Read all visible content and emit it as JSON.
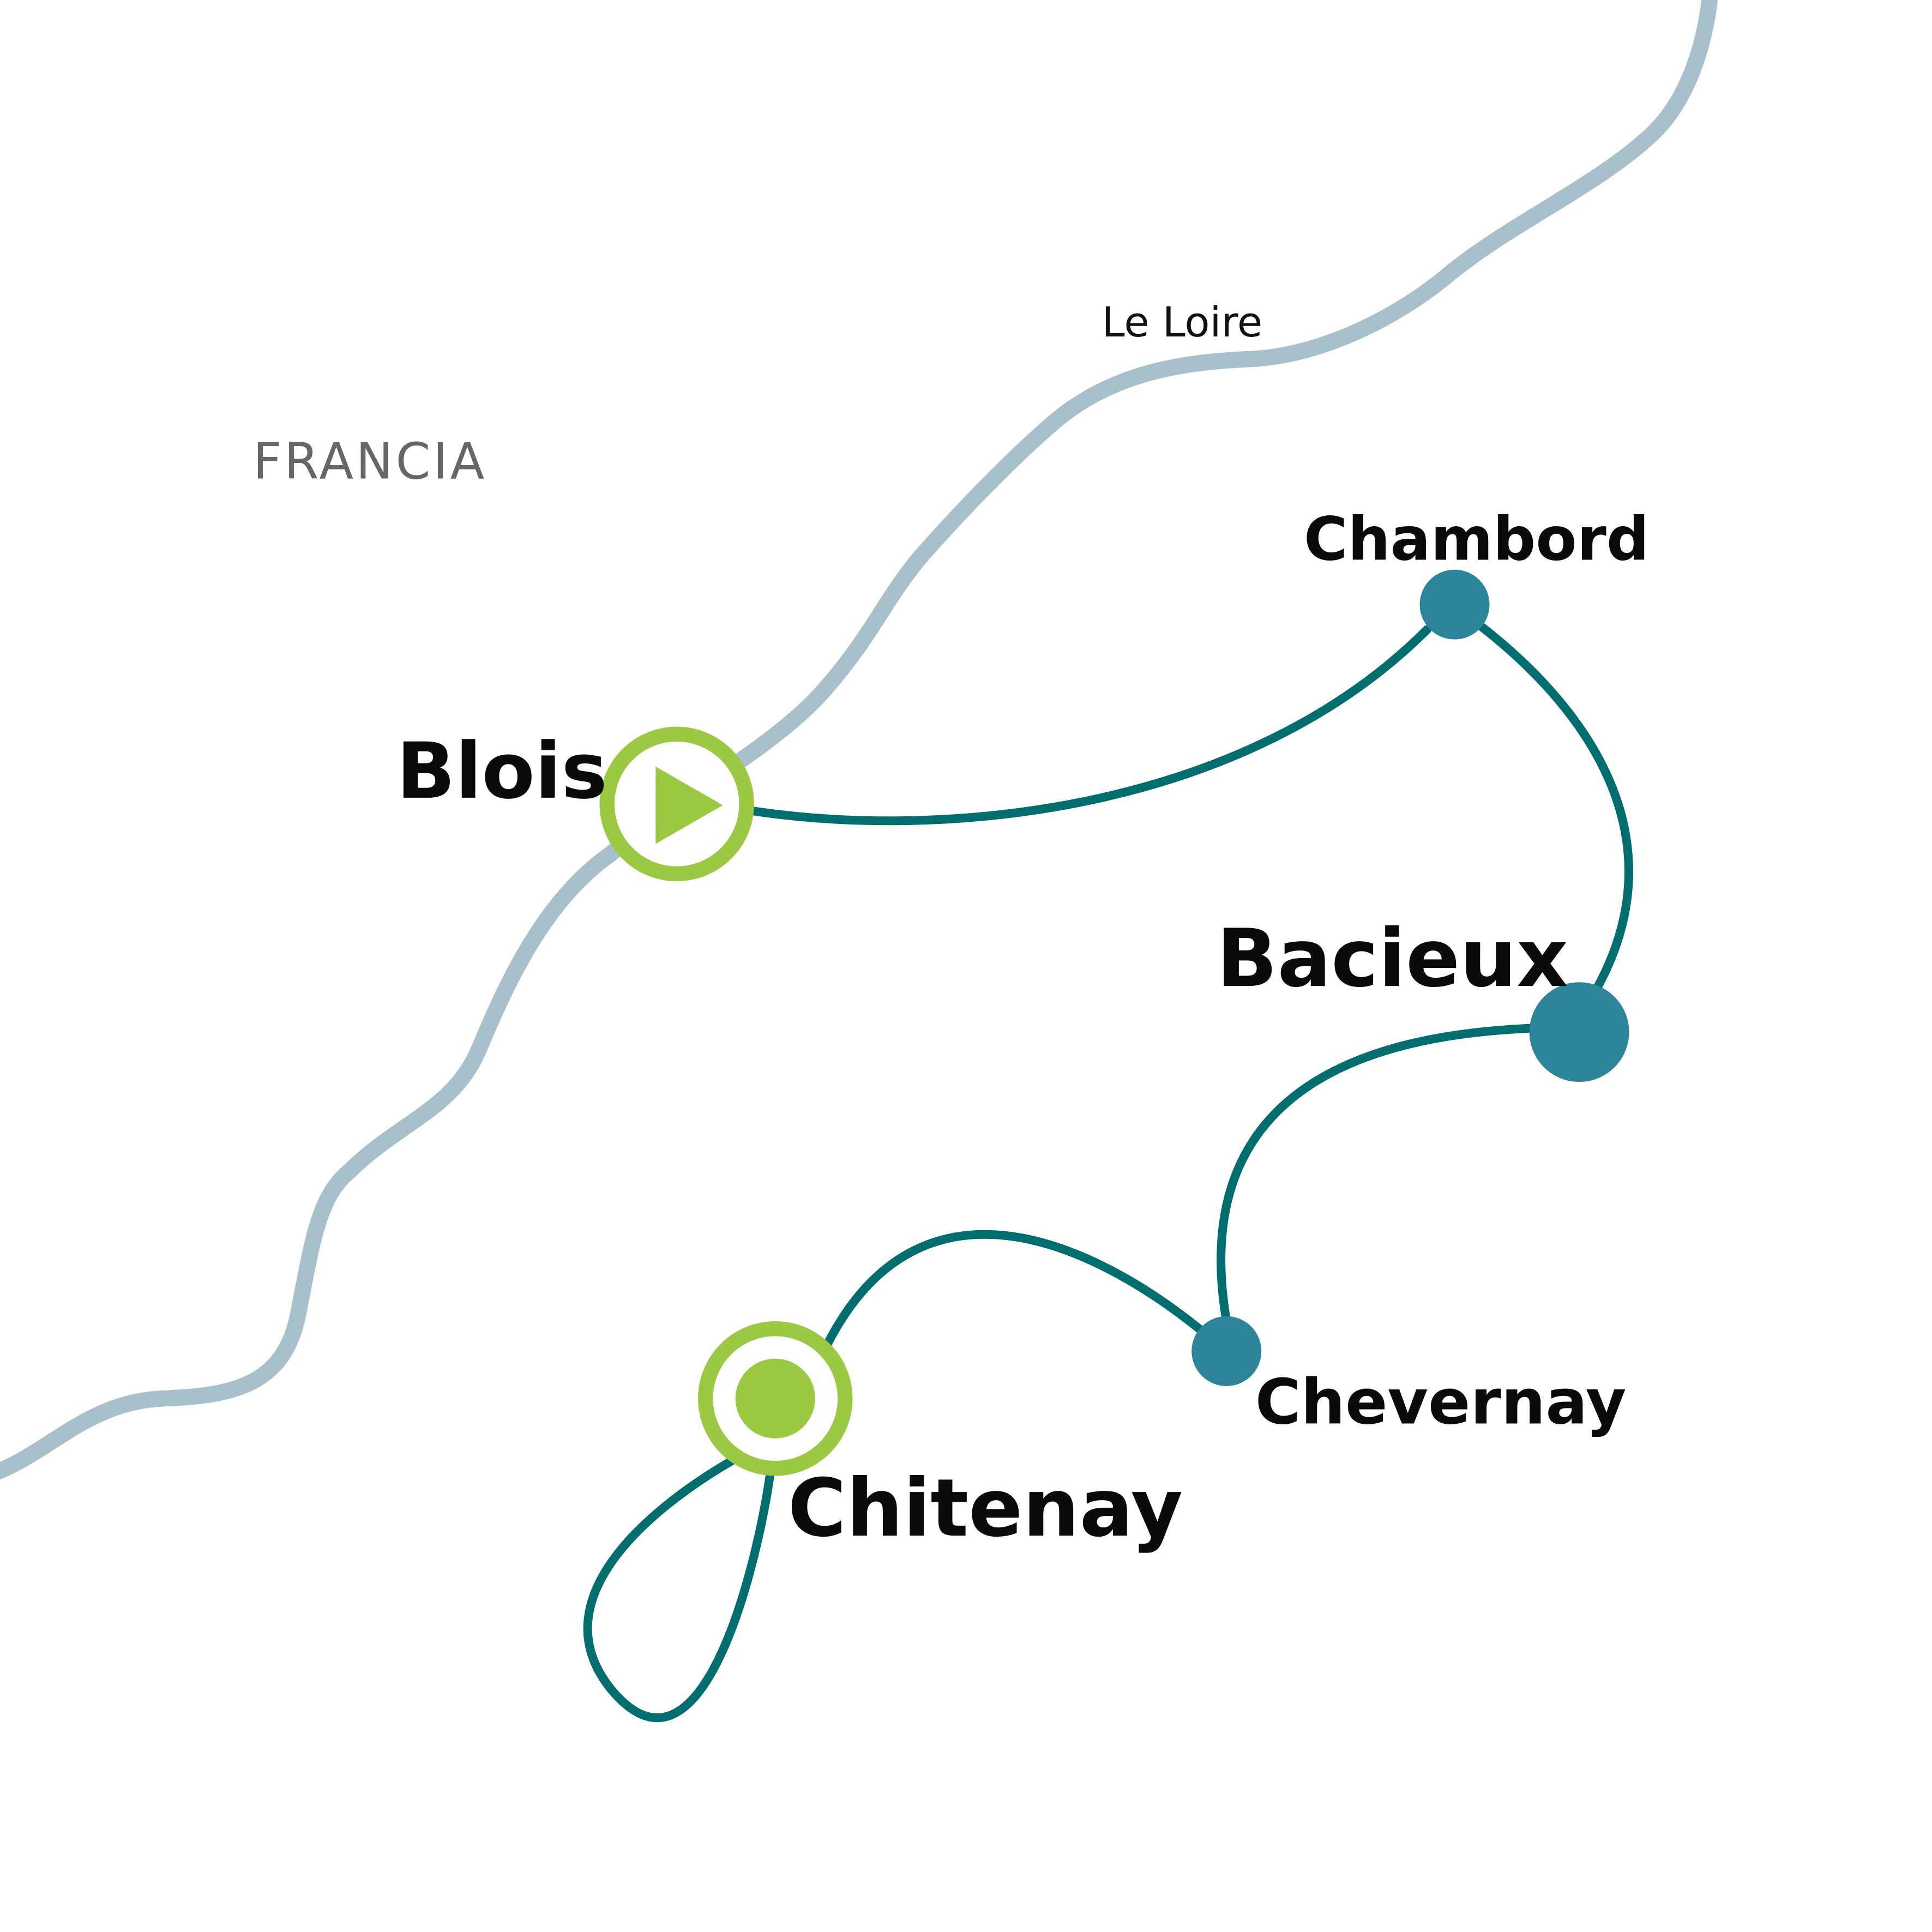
{
  "colors": {
    "river": "#a8c0cc",
    "route": "#006d6f",
    "stop": "#2e8599",
    "highlight": "#9bc944",
    "label": "#0a0a0a",
    "region_label": "#666666"
  },
  "map": {
    "region_label": "FRANCIA",
    "river_label": "Le Loire",
    "places": {
      "blois": {
        "name": "Blois",
        "marker": "start-play-icon"
      },
      "chambord": {
        "name": "Chambord",
        "marker": "stop-dot"
      },
      "bacieux": {
        "name": "Bacieux",
        "marker": "stop-dot-large"
      },
      "chevernay": {
        "name": "Chevernay",
        "marker": "stop-dot"
      },
      "chitenay": {
        "name": "Chitenay",
        "marker": "end-target-icon"
      }
    }
  }
}
